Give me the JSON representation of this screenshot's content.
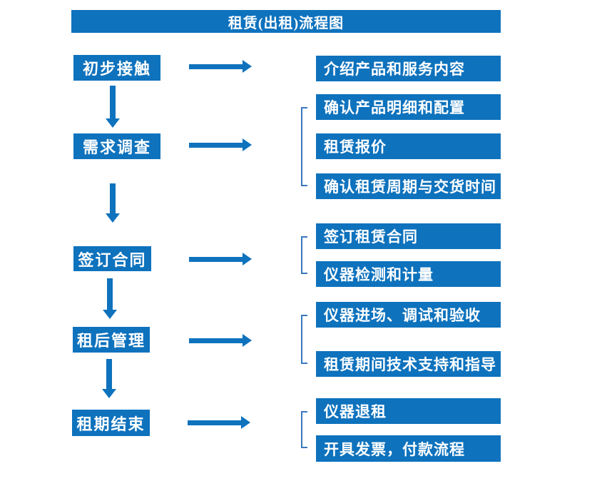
{
  "title": "租赁(出租)流程图",
  "colors": {
    "primary_blue": "#0e72bd",
    "bracket_blue": "#3a78bd",
    "text_white": "#ffffff",
    "background": "#ffffff"
  },
  "steps": [
    {
      "label": "初步接触",
      "details": [
        "介绍产品和服务内容"
      ]
    },
    {
      "label": "需求调查",
      "details": [
        "确认产品明细和配置",
        "租赁报价",
        "确认租赁周期与交货时间"
      ]
    },
    {
      "label": "签订合同",
      "details": [
        "签订租赁合同",
        "仪器检测和计量"
      ]
    },
    {
      "label": "租后管理",
      "details": [
        "仪器进场、调试和验收",
        "租赁期间技术支持和指导"
      ]
    },
    {
      "label": "租期结束",
      "details": [
        "仪器退租",
        "开具发票，付款流程"
      ]
    }
  ]
}
